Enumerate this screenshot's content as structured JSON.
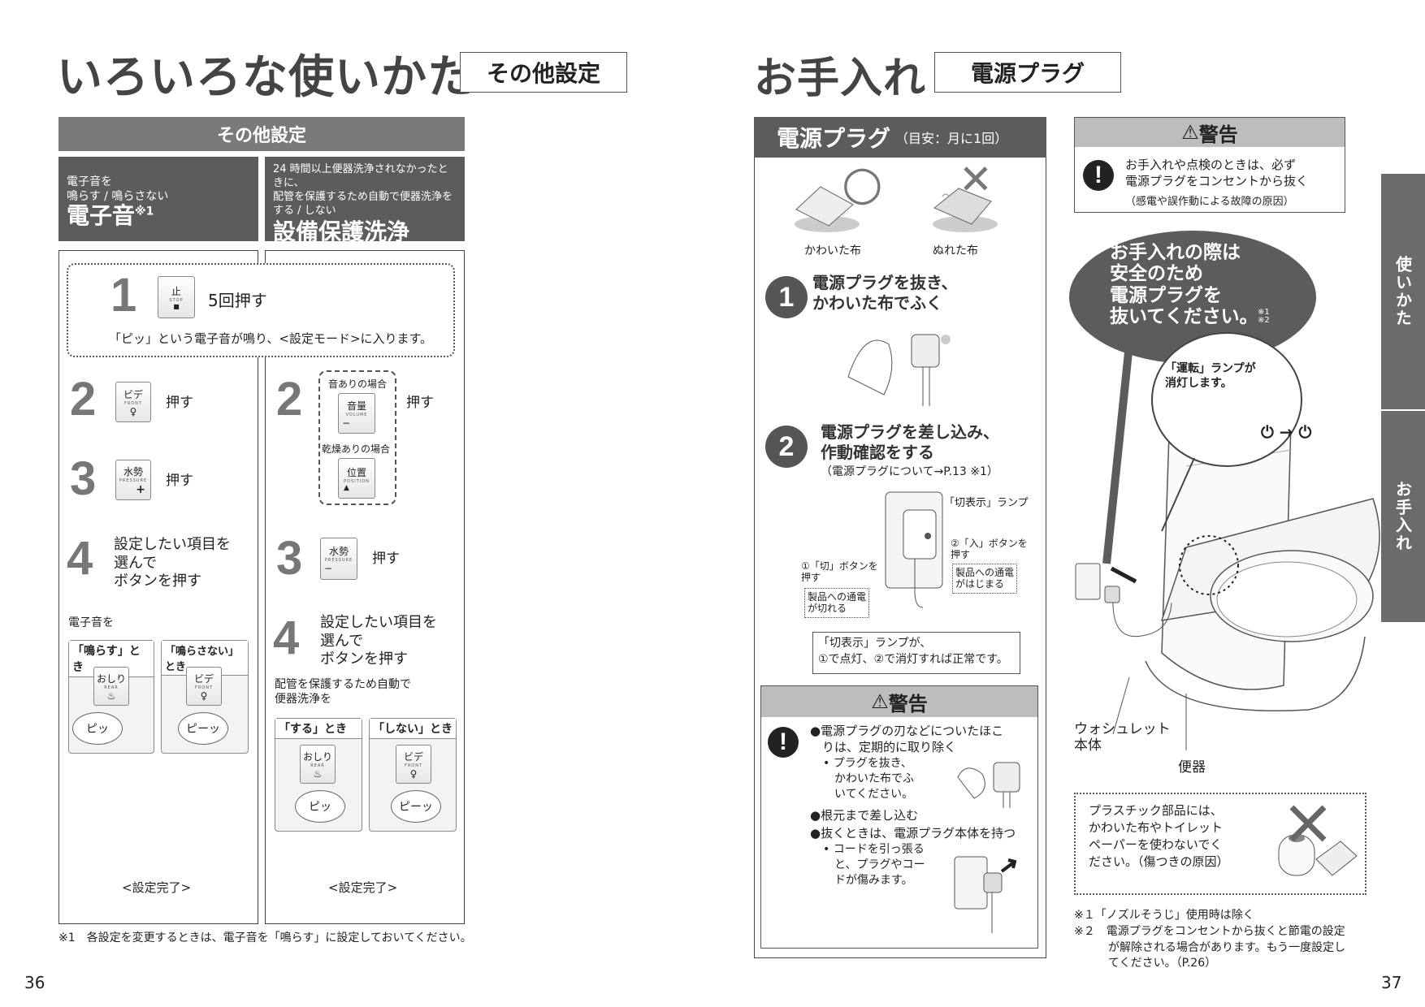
{
  "left": {
    "title": "いろいろな使いかた",
    "title_tag": "その他設定",
    "section_header": "その他設定",
    "col1": {
      "desc": "電子音を\n鳴らす / 鳴らさない",
      "name": "電子音",
      "note_mark": "※1"
    },
    "col2": {
      "desc": "24 時間以上便器洗浄されなかったときに、\n配管を保護するため自動で便器洗浄を\nする / しない",
      "name": "設備保護洗浄"
    },
    "step1": {
      "num": "1",
      "btn_label": "止",
      "btn_sub": "STOP",
      "btn_glyph": "■",
      "text": "5回押す",
      "result": "「ピッ」という電子音が鳴り、<設定モード>に入ります。"
    },
    "c1s2": {
      "num": "2",
      "btn_label": "ビデ",
      "btn_sub": "FRONT",
      "btn_glyph": "♀",
      "text": "押す"
    },
    "c1s3": {
      "num": "3",
      "btn_label": "水勢",
      "btn_sub": "PRESSURE",
      "btn_glyph": "+",
      "text": "押す"
    },
    "c1s4": {
      "num": "4",
      "text": "設定したい項目を\n選んで\nボタンを押す"
    },
    "c1choice": {
      "lead": "電子音を",
      "opt_a": "「鳴らす」とき",
      "opt_b": "「鳴らさない」とき",
      "a_btn": "おしり",
      "a_sub": "REAR",
      "a_glyph": "♨",
      "a_sound": "ピッ",
      "b_btn": "ビデ",
      "b_sub": "FRONT",
      "b_glyph": "♀",
      "b_sound": "ピーッ"
    },
    "c2s2": {
      "num": "2",
      "case_a": "音ありの場合",
      "btn_a": "音量",
      "btn_a_sub": "VOLUME",
      "btn_a_glyph": "−",
      "case_b": "乾燥ありの場合",
      "btn_b": "位置",
      "btn_b_sub": "POSITION",
      "btn_b_glyph": "▲",
      "text": "押す"
    },
    "c2s3": {
      "num": "3",
      "btn_label": "水勢",
      "btn_sub": "PRESSURE",
      "btn_glyph": "−",
      "text": "押す"
    },
    "c2s4": {
      "num": "4",
      "text": "設定したい項目を\n選んで\nボタンを押す"
    },
    "c2choice": {
      "lead": "配管を保護するため自動で\n便器洗浄を",
      "opt_a": "「する」とき",
      "opt_b": "「しない」とき",
      "a_btn": "おしり",
      "a_sub": "REAR",
      "a_glyph": "♨",
      "a_sound": "ピッ",
      "b_btn": "ビデ",
      "b_sub": "FRONT",
      "b_glyph": "♀",
      "b_sound": "ピーッ"
    },
    "done": "<設定完了>",
    "footnote": "※1　各設定を変更するときは、電子音を「鳴らす」に設定しておいてください。",
    "page_num": "36"
  },
  "right": {
    "title": "お手入れ",
    "title_tag": "電源プラグ",
    "plug_header": "電源プラグ",
    "plug_header_note": "（目安：月に1回）",
    "ok_mark": "○",
    "ng_mark": "✕",
    "dry_cloth": "かわいた布",
    "wet_cloth": "ぬれた布",
    "step1": {
      "num": "1",
      "text": "電源プラグを抜き、\nかわいた布でふく"
    },
    "step2": {
      "num": "2",
      "text": "電源プラグを差し込み、\n作動確認をする",
      "ref": "（電源プラグについて→P.13 ※1）"
    },
    "lamp_label": "「切表示」ランプ",
    "btn_on": "②「入」ボタンを\n押す",
    "btn_off": "①「切」ボタンを\n押す",
    "power_on": "製品への通電\nがはじまる",
    "power_off": "製品への通電\nが切れる",
    "lamp_check": "「切表示」ランプが、\n①で点灯、②で消灯すれば正常です。",
    "warn2": {
      "title": "警告",
      "b1": "●電源プラグの刃などについたほこ\n　りは、定期的に取り除く",
      "b1s": "• プラグを抜き、\n　かわいた布でふ\n　いてください。",
      "b2": "●根元まで差し込む",
      "b3": "●抜くときは、電源プラグ本体を持つ",
      "b3s": "• コードを引っ張る\n　と、プラグやコー\n　ドが傷みます。"
    },
    "warn1": {
      "title": "警告",
      "text": "お手入れや点検のときは、必ず\n電源プラグをコンセントから抜く",
      "sub": "（感電や誤作動による故障の原因）"
    },
    "bubble": "お手入れの際は\n安全のため\n電源プラグを\n抜いてください。",
    "bubble_marks": "※1\n※2",
    "lamp_bubble": "「運転」ランプが\n消灯します。",
    "washlet": "ウォシュレット\n本体",
    "toilet": "便器",
    "plastic_note": "プラスチック部品には、\nかわいた布やトイレット\nペーパーを使わないでく\nださい。（傷つきの原因）",
    "note1": "※１「ノズルそうじ」使用時は除く",
    "note2": "※２　電源プラグをコンセントから抜くと節電の設定\n　　　が解除される場合があります。もう一度設定し\n　　　てください。（P.26）",
    "tab_use": "使いかた",
    "tab_care": "お手入れ",
    "page_num": "37"
  }
}
